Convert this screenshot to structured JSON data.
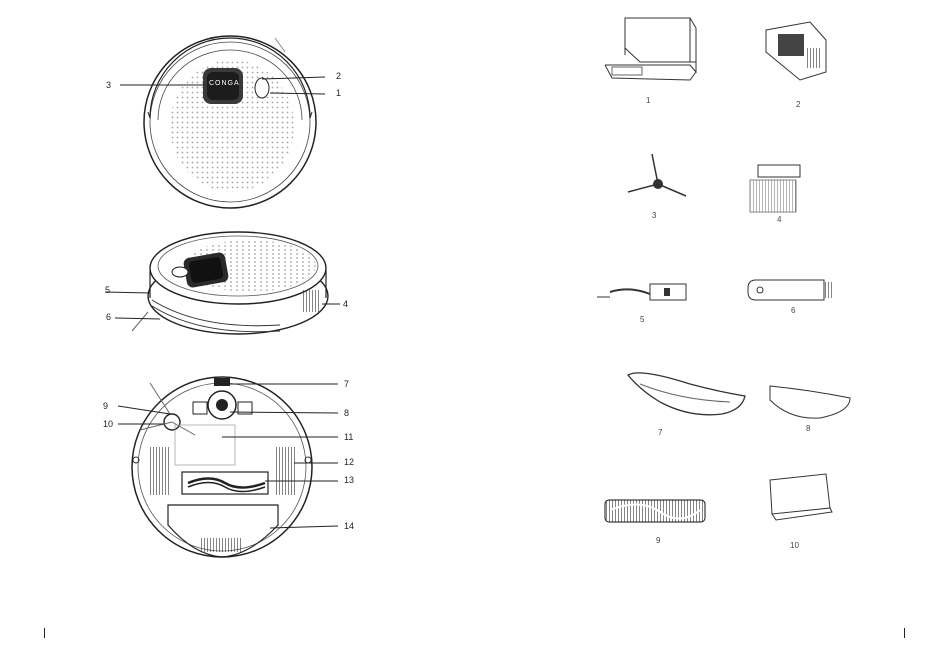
{
  "robot": {
    "brand_label": "CONGA",
    "callouts": [
      "1",
      "2",
      "3",
      "4",
      "5",
      "6",
      "7",
      "8",
      "9",
      "10",
      "11",
      "12",
      "13",
      "14"
    ]
  },
  "accessories": {
    "labels": [
      "1",
      "2",
      "3",
      "4",
      "5",
      "6",
      "7",
      "8",
      "9",
      "10"
    ]
  }
}
